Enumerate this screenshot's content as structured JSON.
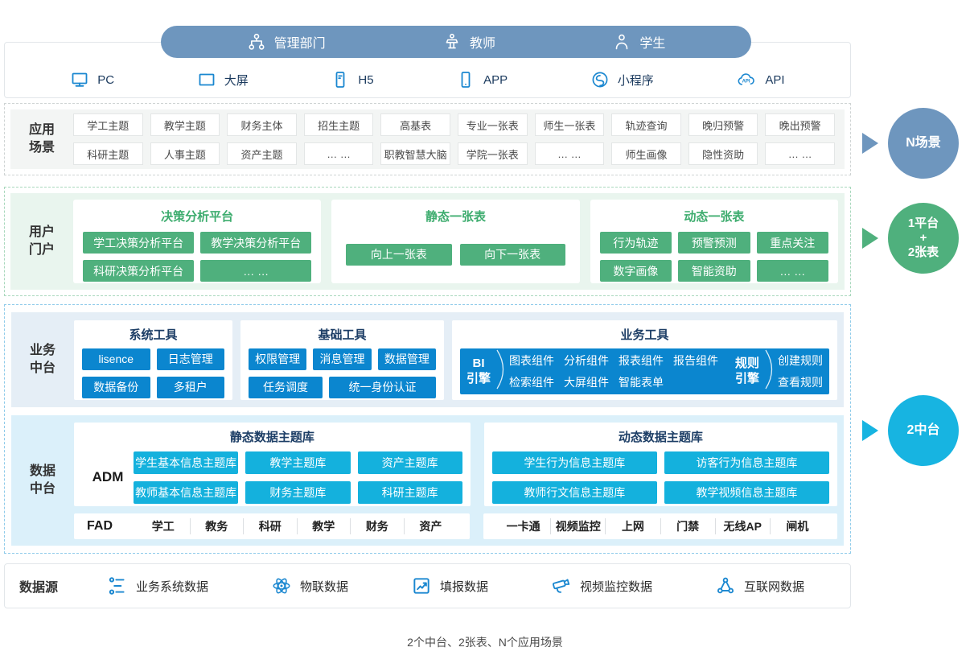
{
  "colors": {
    "steel_blue": "#6e96be",
    "accent_blue": "#1a87d0",
    "button_blue": "#0b86cf",
    "green": "#4fb07d",
    "cyan": "#14b1dd",
    "circle_cyan": "#17b4e1"
  },
  "audience_bar": {
    "items": [
      {
        "label": "管理部门",
        "icon": "org-chart-icon"
      },
      {
        "label": "教师",
        "icon": "teacher-icon"
      },
      {
        "label": "学生",
        "icon": "student-icon"
      }
    ]
  },
  "channels": {
    "items": [
      {
        "label": "PC",
        "icon": "pc-monitor-icon"
      },
      {
        "label": "大屏",
        "icon": "big-screen-icon"
      },
      {
        "label": "H5",
        "icon": "h5-phone-icon"
      },
      {
        "label": "APP",
        "icon": "app-phone-icon"
      },
      {
        "label": "小程序",
        "icon": "miniprogram-icon"
      },
      {
        "label": "API",
        "icon": "api-cloud-icon"
      }
    ]
  },
  "scenarios": {
    "label": "应用\n场景",
    "row1": [
      "学工主题",
      "教学主题",
      "财务主体",
      "招生主题",
      "高基表",
      "专业一张表",
      "师生一张表",
      "轨迹查询",
      "晚归预警",
      "晚出预警"
    ],
    "row2": [
      "科研主题",
      "人事主题",
      "资产主题",
      "… …",
      "职教智慧大脑",
      "学院一张表",
      "… …",
      "师生画像",
      "隐性资助",
      "… …"
    ]
  },
  "portal": {
    "label": "用户\n门户",
    "decision": {
      "title": "决策分析平台",
      "buttons": [
        "学工决策分析平台",
        "教学决策分析平台",
        "科研决策分析平台",
        "… …"
      ]
    },
    "static_table": {
      "title": "静态一张表",
      "buttons": [
        "向上一张表",
        "向下一张表"
      ]
    },
    "dynamic_table": {
      "title": "动态一张表",
      "buttons": [
        "行为轨迹",
        "预警预测",
        "重点关注",
        "数字画像",
        "智能资助",
        "… …"
      ]
    }
  },
  "business": {
    "label": "业务\n中台",
    "system_tools": {
      "title": "系统工具",
      "buttons": [
        "lisence",
        "日志管理",
        "数据备份",
        "多租户"
      ]
    },
    "basic_tools": {
      "title": "基础工具",
      "row1": [
        "权限管理",
        "消息管理",
        "数据管理"
      ],
      "row2": [
        "任务调度",
        "统一身份认证"
      ]
    },
    "business_tools": {
      "title": "业务工具",
      "bi_engine": "BI\n引擎",
      "components_row1": [
        "图表组件",
        "分析组件",
        "报表组件",
        "报告组件"
      ],
      "components_row2": [
        "检索组件",
        "大屏组件",
        "智能表单"
      ],
      "rule_engine": "规则\n引擎",
      "rule_actions": [
        "创建规则",
        "查看规则"
      ]
    }
  },
  "data_platform": {
    "label": "数据\n中台",
    "adm_label": "ADM",
    "static_lib": {
      "title": "静态数据主题库",
      "buttons": [
        "学生基本信息主题库",
        "教学主题库",
        "资产主题库",
        "教师基本信息主题库",
        "财务主题库",
        "科研主题库"
      ]
    },
    "dynamic_lib": {
      "title": "动态数据主题库",
      "buttons": [
        "学生行为信息主题库",
        "访客行为信息主题库",
        "教师行文信息主题库",
        "教学视频信息主题库"
      ]
    },
    "fad_label": "FAD",
    "fad_items": [
      "学工",
      "教务",
      "科研",
      "教学",
      "财务",
      "资产"
    ],
    "device_items": [
      "一卡通",
      "视频监控",
      "上网",
      "门禁",
      "无线AP",
      "闸机"
    ]
  },
  "datasource": {
    "label": "数据源",
    "items": [
      {
        "label": "业务系统数据",
        "icon": "business-system-icon"
      },
      {
        "label": "物联数据",
        "icon": "iot-atom-icon"
      },
      {
        "label": "填报数据",
        "icon": "report-chart-icon"
      },
      {
        "label": "视频监控数据",
        "icon": "cctv-camera-icon"
      },
      {
        "label": "互联网数据",
        "icon": "internet-network-icon"
      }
    ]
  },
  "rail": {
    "scenes": {
      "text": "N场景"
    },
    "platform": {
      "lines": [
        "1平台",
        "+",
        "2张表"
      ]
    },
    "middle": {
      "text": "2中台"
    }
  },
  "caption": "2个中台、2张表、N个应用场景"
}
